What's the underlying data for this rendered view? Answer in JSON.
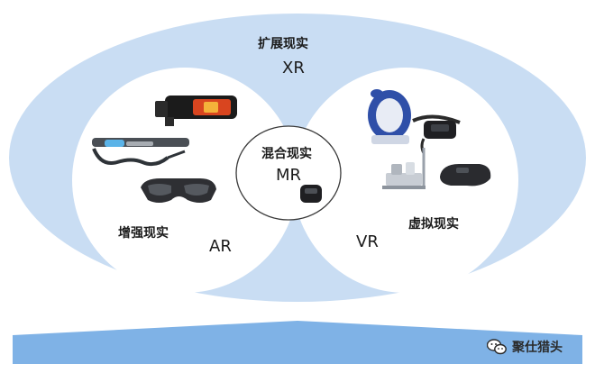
{
  "diagram": {
    "outer": {
      "title": "扩展现实",
      "abbr": "XR"
    },
    "left": {
      "title": "增强现实",
      "abbr": "AR"
    },
    "right": {
      "title": "虚拟现实",
      "abbr": "VR"
    },
    "center": {
      "title": "混合现实",
      "abbr": "MR"
    },
    "devices": {
      "ar": [
        "thermal-camera-device",
        "smart-glasses",
        "ar-glasses"
      ],
      "vr": [
        "vr-egg-chair",
        "vr-headset-strap",
        "vr-motion-rig",
        "vr-headset"
      ],
      "mr": [
        "mr-headset"
      ]
    }
  },
  "watermark": {
    "text": "聚仕猎头",
    "icon": "wechat-icon"
  },
  "colors": {
    "outer_fill": "#c9ddf3",
    "circle_fill": "#ffffff",
    "bottom_band": "#7fb2e6",
    "text": "#1b1b1b"
  }
}
